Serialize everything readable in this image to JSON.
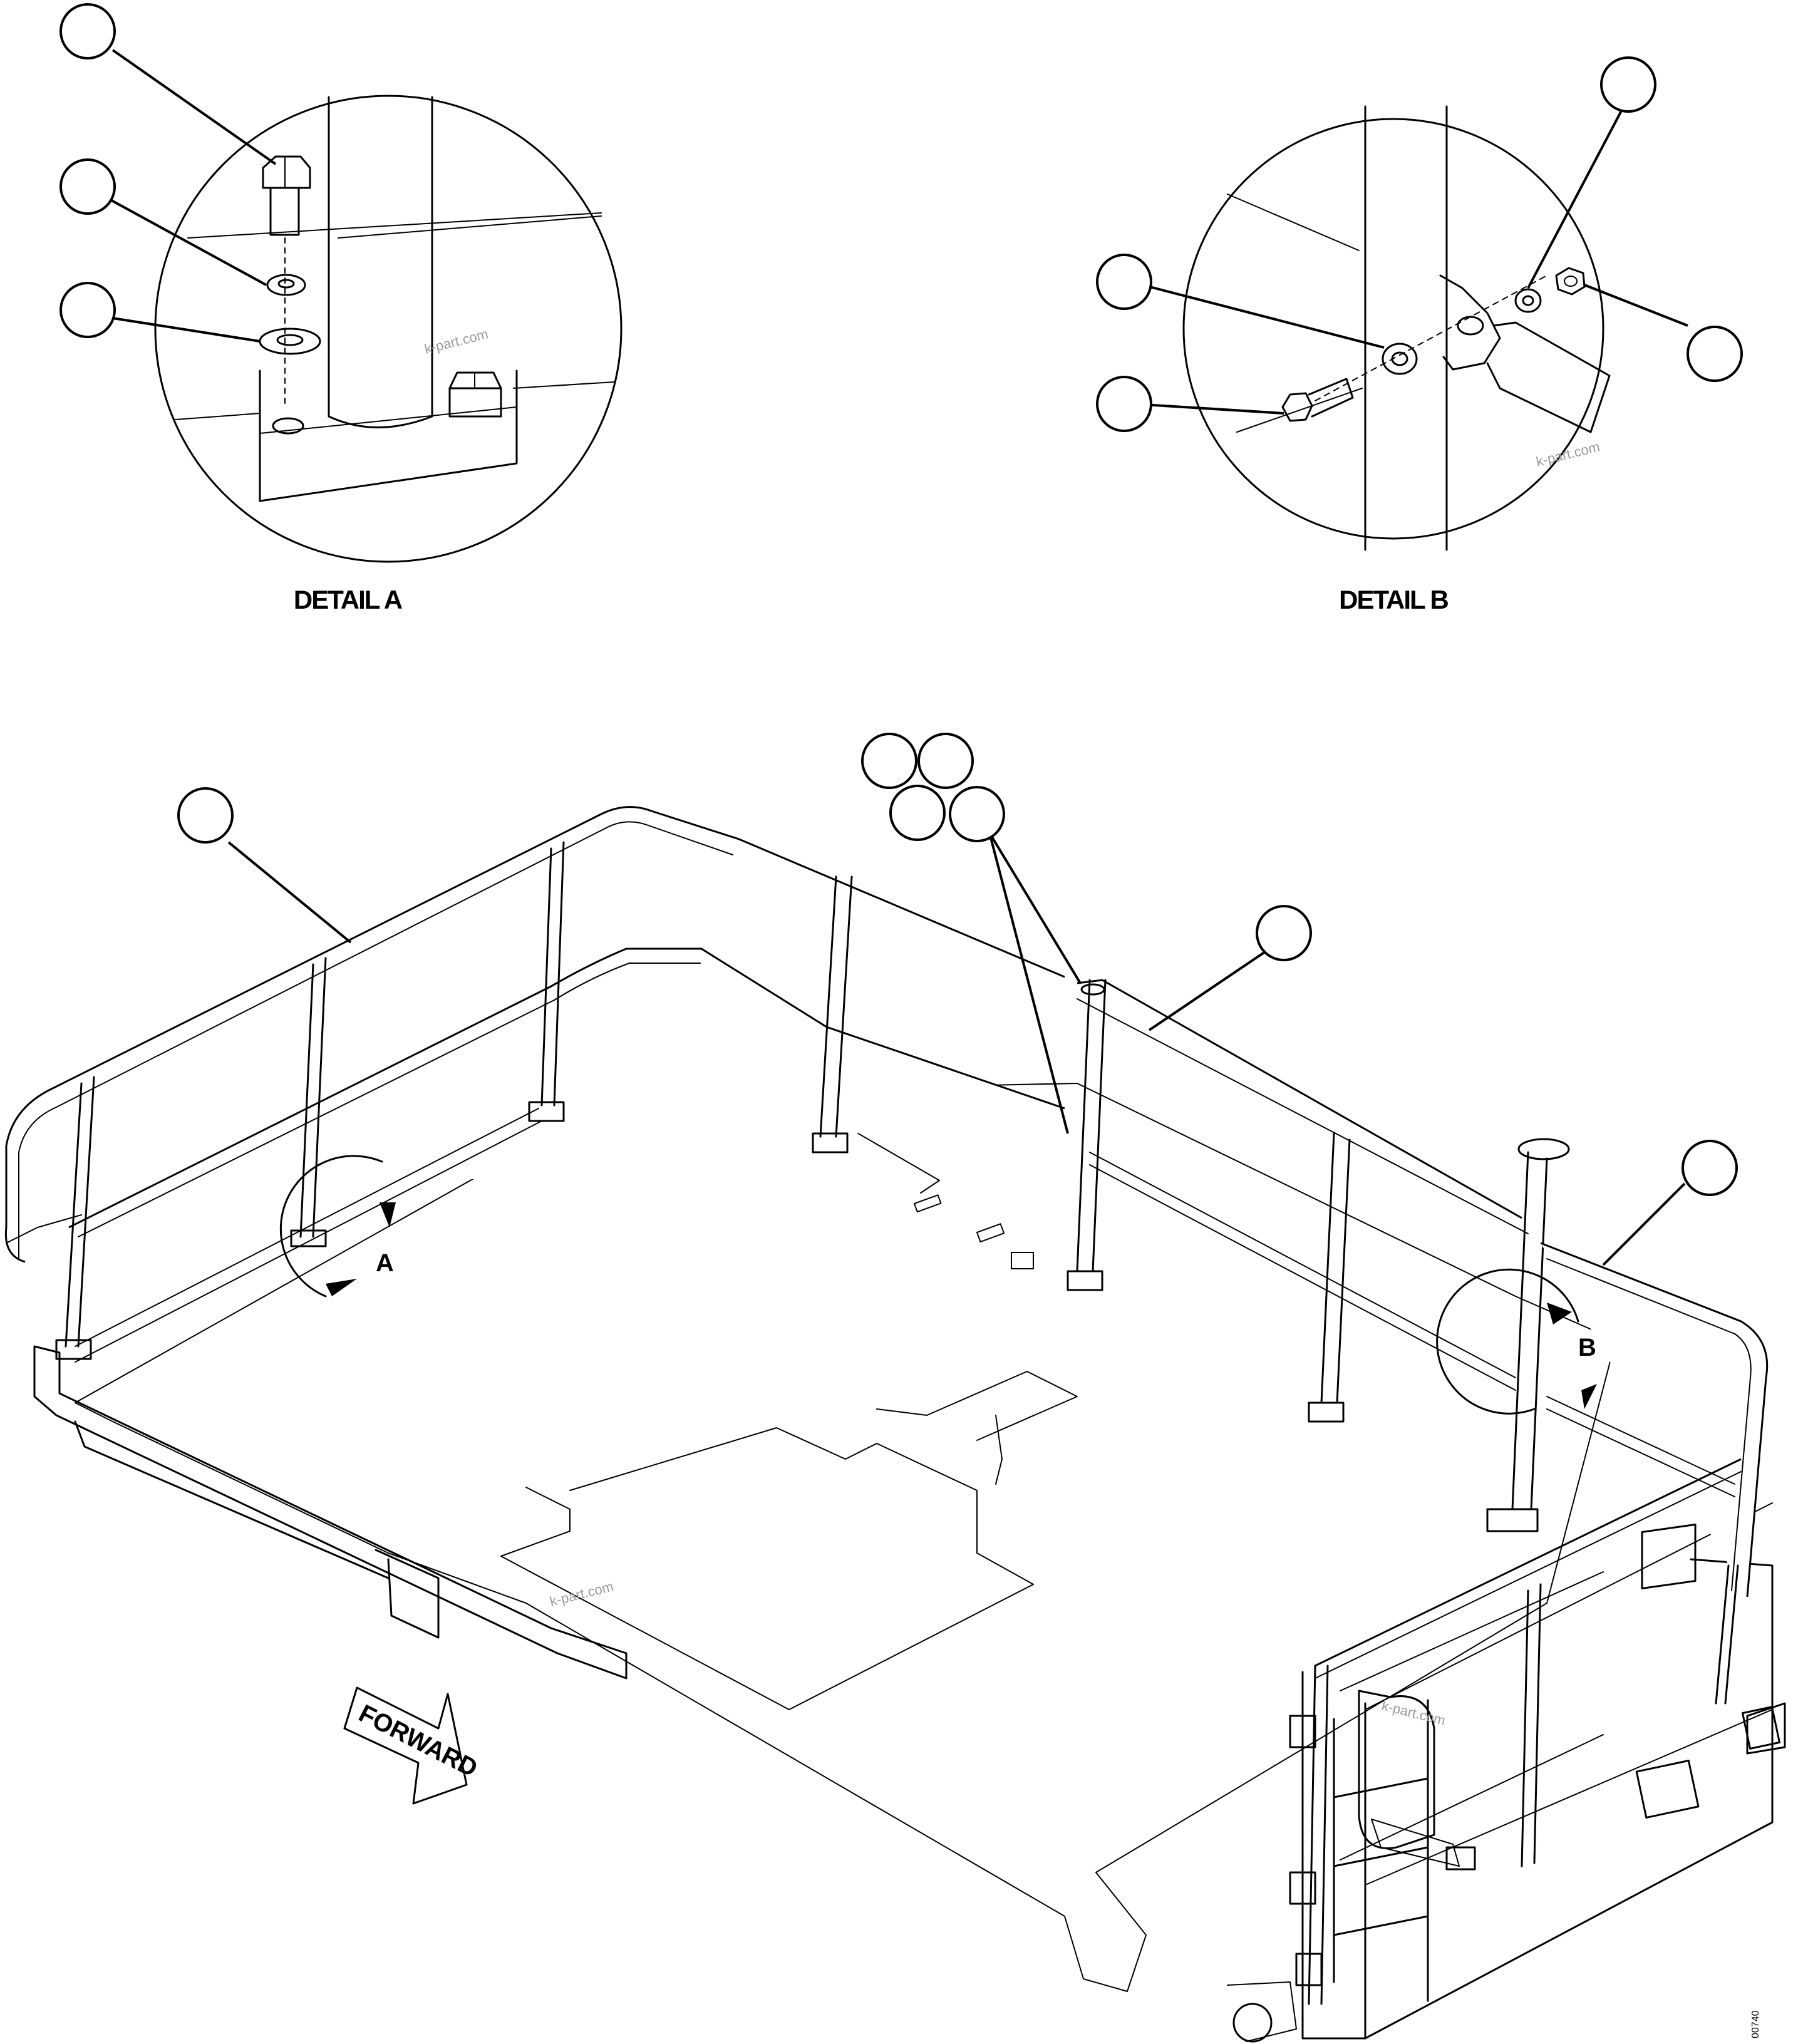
{
  "details": {
    "a": {
      "label": "DETAIL A",
      "callout": "A"
    },
    "b": {
      "label": "DETAIL B",
      "callout": "B"
    }
  },
  "main": {
    "forward_label": "FORWARD",
    "drawing_ref": "00740"
  },
  "watermarks": [
    "k-part.com",
    "k-part.com",
    "k-part.com",
    "k-part.com"
  ]
}
